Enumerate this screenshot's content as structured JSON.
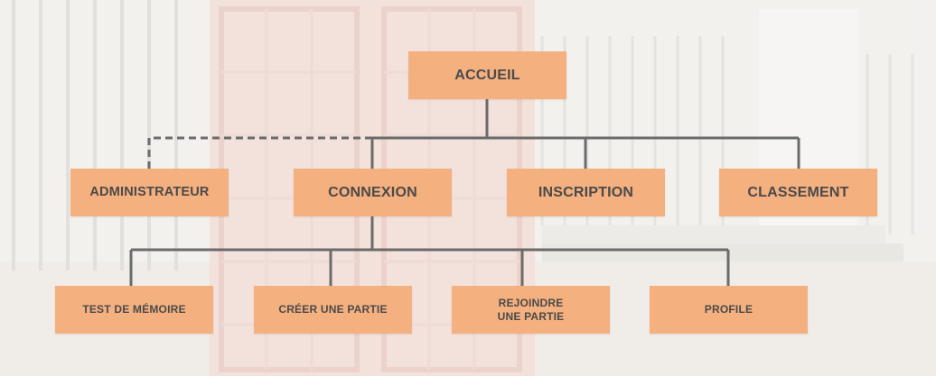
{
  "diagram": {
    "root": {
      "label": "ACCUEIL"
    },
    "level1": [
      {
        "label": "ADMINISTRATEUR"
      },
      {
        "label": "CONNEXION"
      },
      {
        "label": "INSCRIPTION"
      },
      {
        "label": "CLASSEMENT"
      }
    ],
    "level2": [
      {
        "label": "TEST DE MÉMOIRE"
      },
      {
        "label": "CRÉER UNE PARTIE"
      },
      {
        "label": "REJOINDRE\nUNE PARTIE"
      },
      {
        "label": "PROFILE"
      }
    ]
  },
  "colors": {
    "node_fill": "#f4b07f",
    "node_text": "#4a4a4a",
    "connector": "#6b6b6b"
  }
}
